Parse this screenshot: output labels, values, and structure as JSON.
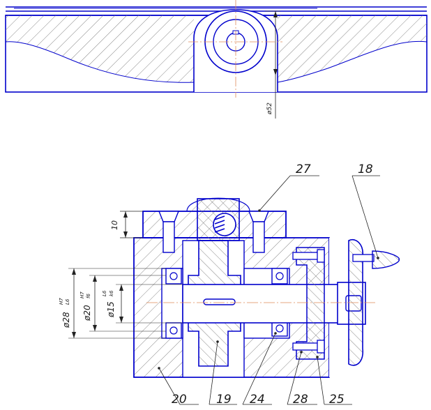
{
  "drawing": {
    "colors": {
      "outline": "#0000cc",
      "hatch": "#7a7a7a",
      "dim": "#222222",
      "center": "#e08a5a",
      "background": "#ffffff"
    },
    "top_view": {
      "dimension": "ø52"
    },
    "section_view": {
      "dimensions": {
        "height": "10",
        "d28": {
          "base": "ø28",
          "upper": "H7",
          "lower": "L6"
        },
        "d20": {
          "base": "ø20",
          "upper": "H7",
          "lower": "f6"
        },
        "d15": {
          "base": "ø15",
          "upper": "L6",
          "lower": "k6"
        }
      },
      "callouts": {
        "c27": "27",
        "c18": "18",
        "c20": "20",
        "c19": "19",
        "c24": "24",
        "c28": "28",
        "c25": "25"
      }
    }
  }
}
